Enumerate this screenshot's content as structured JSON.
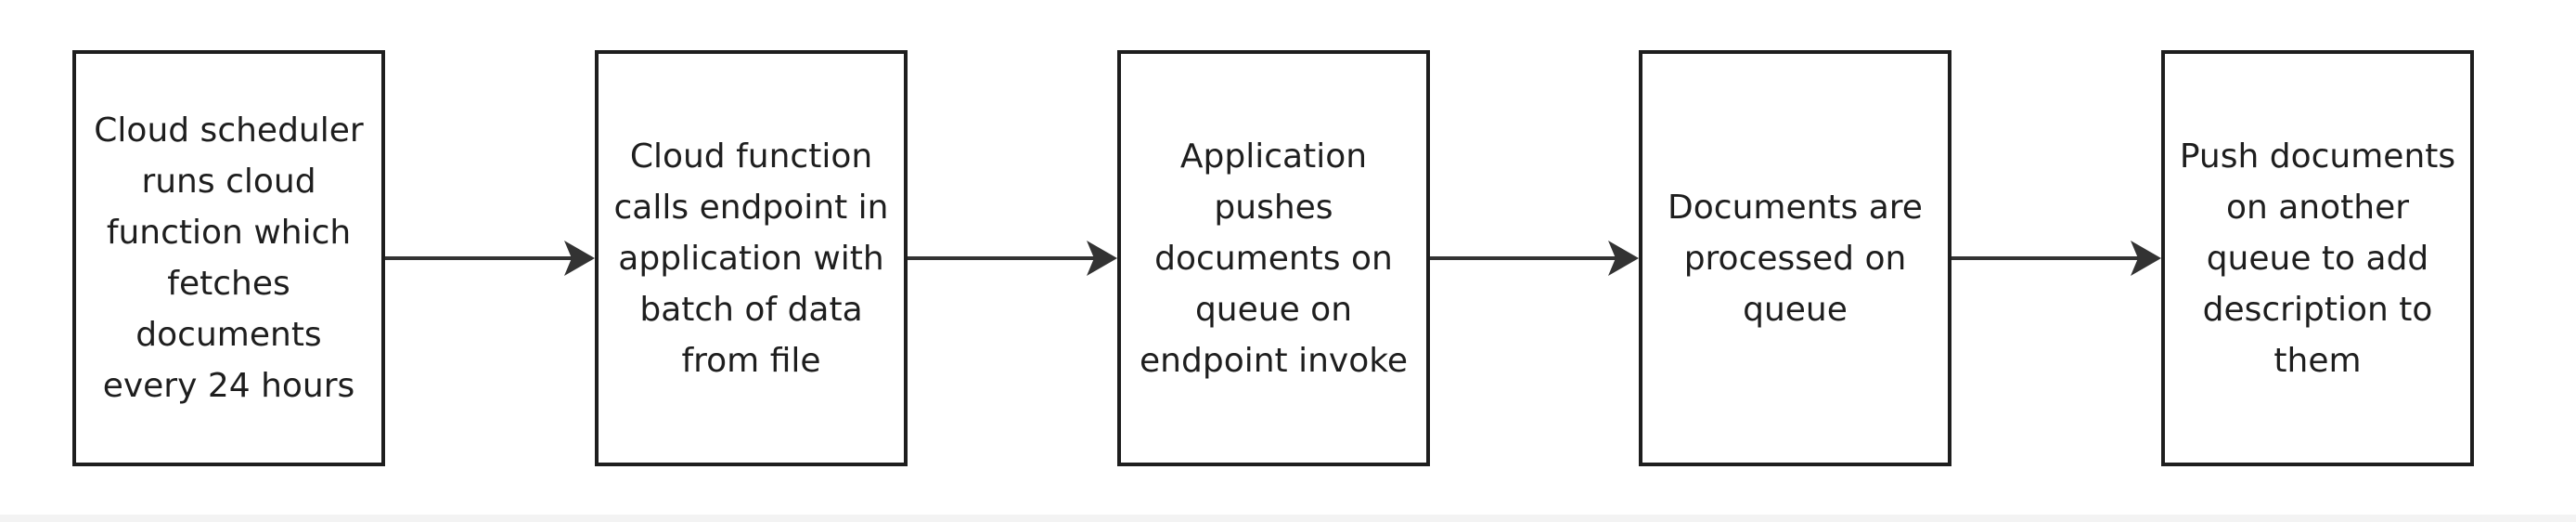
{
  "diagram": {
    "type": "flowchart",
    "direction": "left-to-right",
    "colors": {
      "stroke": "#1e1e1e",
      "node_fill": "#ffffff",
      "text": "#1e1e1e",
      "background": "#ffffff"
    },
    "nodes": [
      {
        "id": "n1",
        "text": "Cloud scheduler\nruns cloud\nfunction which\nfetches\ndocuments\nevery 24 hours"
      },
      {
        "id": "n2",
        "text": "Cloud function\ncalls endpoint in\napplication with\nbatch of data\nfrom file"
      },
      {
        "id": "n3",
        "text": "Application\npushes\ndocuments on\nqueue on\nendpoint invoke"
      },
      {
        "id": "n4",
        "text": "Documents are\nprocessed on\nqueue"
      },
      {
        "id": "n5",
        "text": "Push documents\non another\nqueue to add\ndescription to\nthem"
      }
    ],
    "edges": [
      {
        "from": "n1",
        "to": "n2"
      },
      {
        "from": "n2",
        "to": "n3"
      },
      {
        "from": "n3",
        "to": "n4"
      },
      {
        "from": "n4",
        "to": "n5"
      }
    ]
  }
}
